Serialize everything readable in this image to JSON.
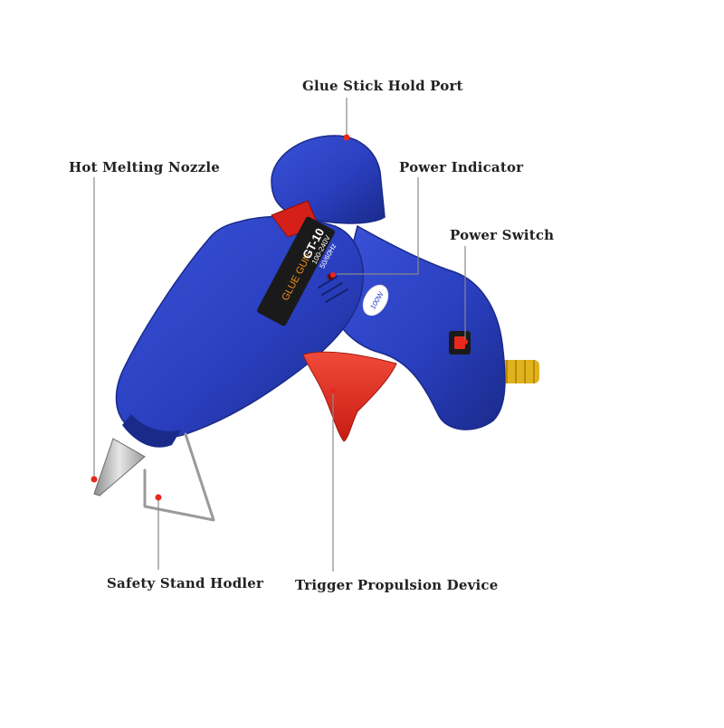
{
  "labels": {
    "glue_stick_hold_port": "Glue Stick Hold Port",
    "hot_melting_nozzle": "Hot Melting Nozzle",
    "power_indicator": "Power Indicator",
    "power_switch": "Power Switch",
    "safety_stand_holder": "Safety Stand Hodler",
    "trigger_propulsion_device": "Trigger Propulsion Device"
  },
  "product": {
    "brand_text": "GLUE GUN",
    "model": "GT-10",
    "voltage": "100-240V",
    "frequency": "50/60Hz",
    "power_rating": "100W"
  },
  "colors": {
    "body": "#2a3fc0",
    "body_dark": "#1a2a8a",
    "trigger": "#e8281e",
    "nozzle": "#b8b8b8",
    "cable": "#e0b21c",
    "leader_line": "#888888",
    "marker_dot": "#e8281e"
  }
}
